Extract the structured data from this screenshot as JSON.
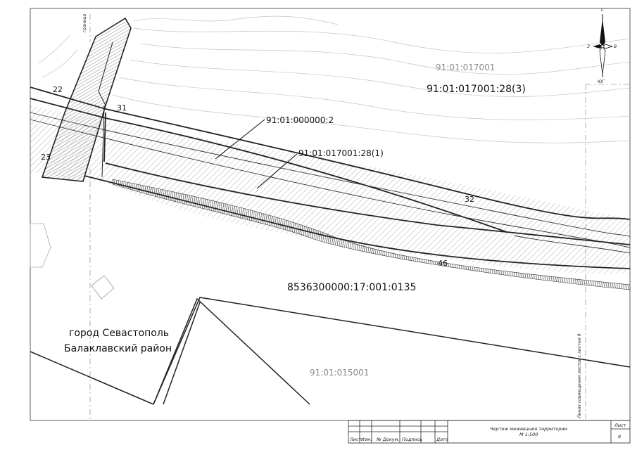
{
  "labels": {
    "quarter_north": "91:01:017001",
    "parcel_north": "91:01:017001:28(3)",
    "parcel_road": "91:01:000000:2",
    "parcel_strip": "91:01:017001:28(1)",
    "parcel_south": "8536300000:17:001:0135",
    "quarter_south": "91:01:015001",
    "city": "город Севастополь",
    "district": "Балаклавский район"
  },
  "points": {
    "p22": "22",
    "p23": "23",
    "p31": "31",
    "p32": "32",
    "p46": "46"
  },
  "compass": {
    "north": "С",
    "south": "ЮГ",
    "west": "З",
    "east": "В"
  },
  "side_notes": {
    "left_vertical": "граница",
    "right_vertical": "Линия совмещения листов с листом 9"
  },
  "title_block": {
    "columns": [
      "Лист",
      "Изм.",
      "№ Докум.",
      "Подпись",
      "Дата"
    ],
    "title": "Чертеж межевания территории",
    "scale": "М 1:500",
    "sheet_label": "Лист",
    "sheet_number": "8"
  }
}
